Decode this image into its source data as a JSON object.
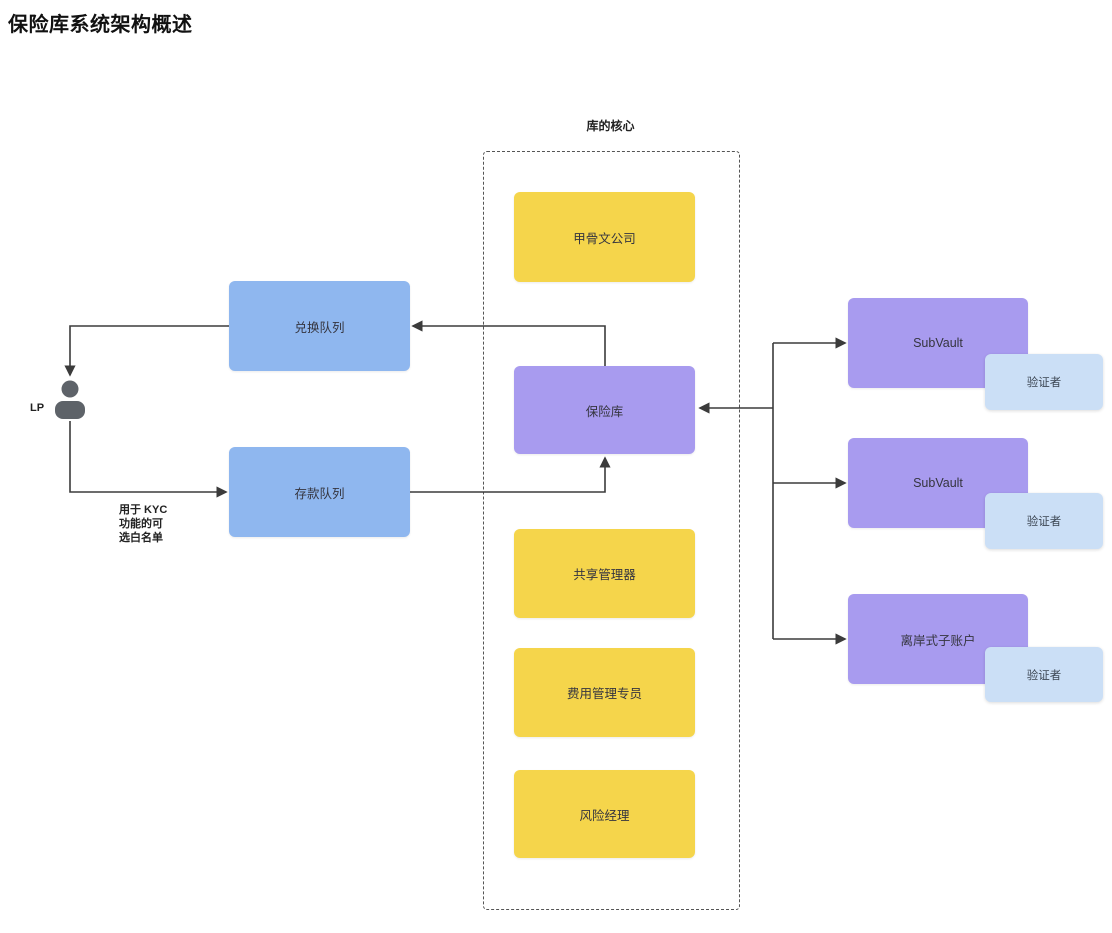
{
  "page": {
    "title": "保险库系统架构概述"
  },
  "diagram": {
    "core_group": {
      "label": "库的核心"
    },
    "nodes": {
      "oracle": "甲骨文公司",
      "vault": "保险库",
      "share_manager": "共享管理器",
      "fee_manager": "费用管理专员",
      "risk_manager": "风险经理",
      "redeem_queue": "兑换队列",
      "deposit_queue": "存款队列",
      "subvault_1": "SubVault",
      "subvault_2": "SubVault",
      "offshore_subaccount": "离岸式子账户",
      "validator_1": "验证者",
      "validator_2": "验证者",
      "validator_3": "验证者"
    },
    "actor": {
      "label": "LP",
      "icon": "person-icon"
    },
    "annotations": {
      "kyc_note": "用于 KYC\n功能的可\n选白名单"
    },
    "edges": [
      {
        "from": "vault",
        "to": "redeem_queue"
      },
      {
        "from": "redeem_queue",
        "to": "lp"
      },
      {
        "from": "lp",
        "to": "deposit_queue"
      },
      {
        "from": "deposit_queue",
        "to": "vault"
      },
      {
        "from": "right_branch",
        "to": "vault"
      },
      {
        "from": "right_branch",
        "to": "subvault_1"
      },
      {
        "from": "right_branch",
        "to": "subvault_2"
      },
      {
        "from": "right_branch",
        "to": "offshore_subaccount"
      }
    ],
    "colors": {
      "yellow_node": "#F5D54B",
      "purple_node": "#A89BEF",
      "blue_node": "#8FB7EF",
      "validator_node": "#CBDFF6",
      "connector": "#3b3b3b",
      "dashed_border": "#555555"
    }
  }
}
